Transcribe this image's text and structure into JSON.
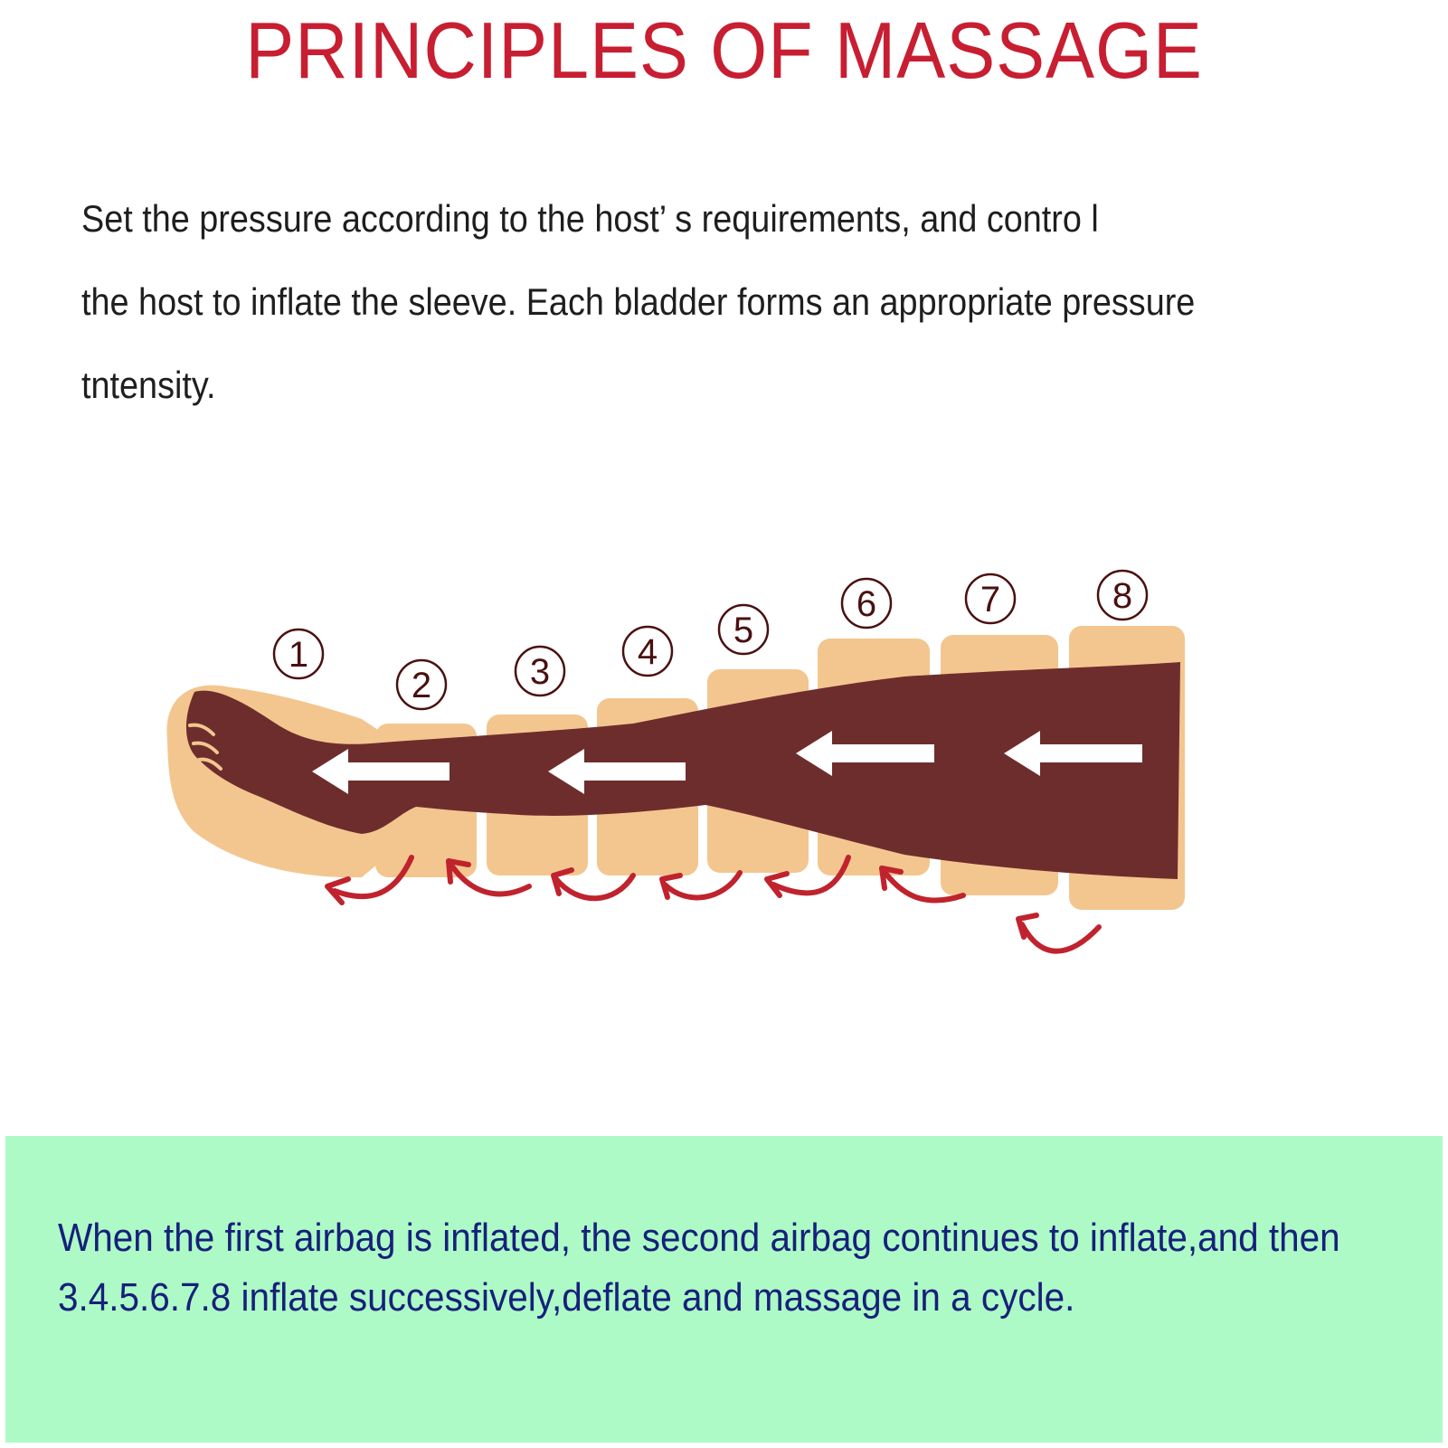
{
  "title": "PRINCIPLES OF MASSAGE",
  "description": {
    "lines": [
      "Set the pressure according to the host’  s requirements, and contro l",
      "the host to inflate the sleeve. Each bladder forms an appropriate pressure",
      "tntensity."
    ]
  },
  "diagram": {
    "chamber_labels": [
      "1",
      "2",
      "3",
      "4",
      "5",
      "6",
      "7",
      "8"
    ],
    "colors": {
      "leg": "#6e2d2d",
      "airbag": "#f3c68f",
      "arrow": "#ffffff",
      "deflate_arrow": "#c0232d",
      "label_circle": "#4a1010"
    }
  },
  "footer": {
    "lines": [
      "When the first airbag is inflated, the second airbag continues to inflate,and then",
      "3.4.5.6.7.8 inflate successively,deflate and massage in a cycle."
    ],
    "background": "#adfac7"
  }
}
